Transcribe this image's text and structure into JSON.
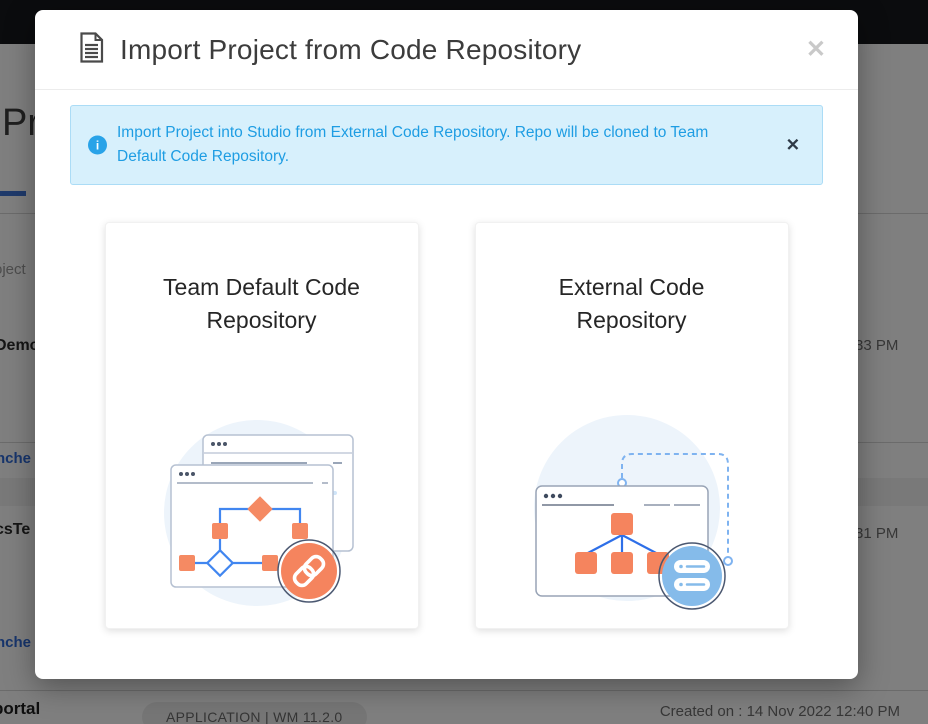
{
  "modal": {
    "title": "Import Project from Code Repository",
    "close": "✕",
    "alert": {
      "icon": "i",
      "message": "Import Project into Studio from External Code Repository. Repo will be cloned to Team Default Code Repository.",
      "close": "✕"
    },
    "cards": [
      {
        "title": "Team Default Code Repository",
        "illustration": "flowchart-windows-link"
      },
      {
        "title": "External Code Repository",
        "illustration": "repo-tree-server"
      }
    ]
  },
  "background": {
    "heading_fragment": "Pro",
    "input_fragment": "oject",
    "rows": [
      {
        "label": "Demo",
        "time": "33 PM"
      },
      {
        "label": "nche",
        "time": ""
      },
      {
        "label": "csTe",
        "time": "31 PM"
      },
      {
        "label": "nche",
        "time": ""
      }
    ],
    "footer": {
      "name_fragment": "portal",
      "badge": "APPLICATION | WM 11.2.0",
      "created_on": "Created on : 14 Nov 2022 12:40 PM"
    }
  },
  "colors": {
    "alert_bg": "#d7f0fc",
    "alert_border": "#abdcf6",
    "alert_text": "#1e9de3",
    "info_icon_bg": "#29a3e8",
    "illustration_orange": "#f5845e",
    "illustration_blue": "#4186f0",
    "server_badge_blue": "#85bbea",
    "topbar_dark": "#16181d",
    "link_blue": "#2f6bd8"
  }
}
